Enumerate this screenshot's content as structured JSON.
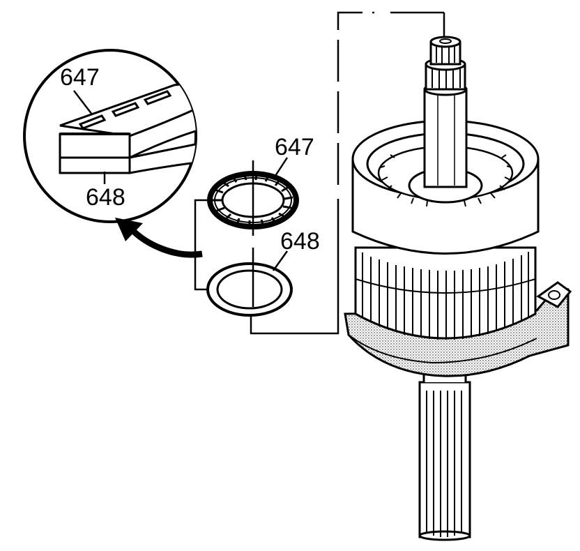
{
  "callouts": {
    "detail_upper": "647",
    "detail_lower": "648",
    "bearing": "647",
    "washer": "648"
  },
  "colors": {
    "ink": "#000000",
    "paper": "#ffffff",
    "stipple": "#c4c4c4"
  }
}
